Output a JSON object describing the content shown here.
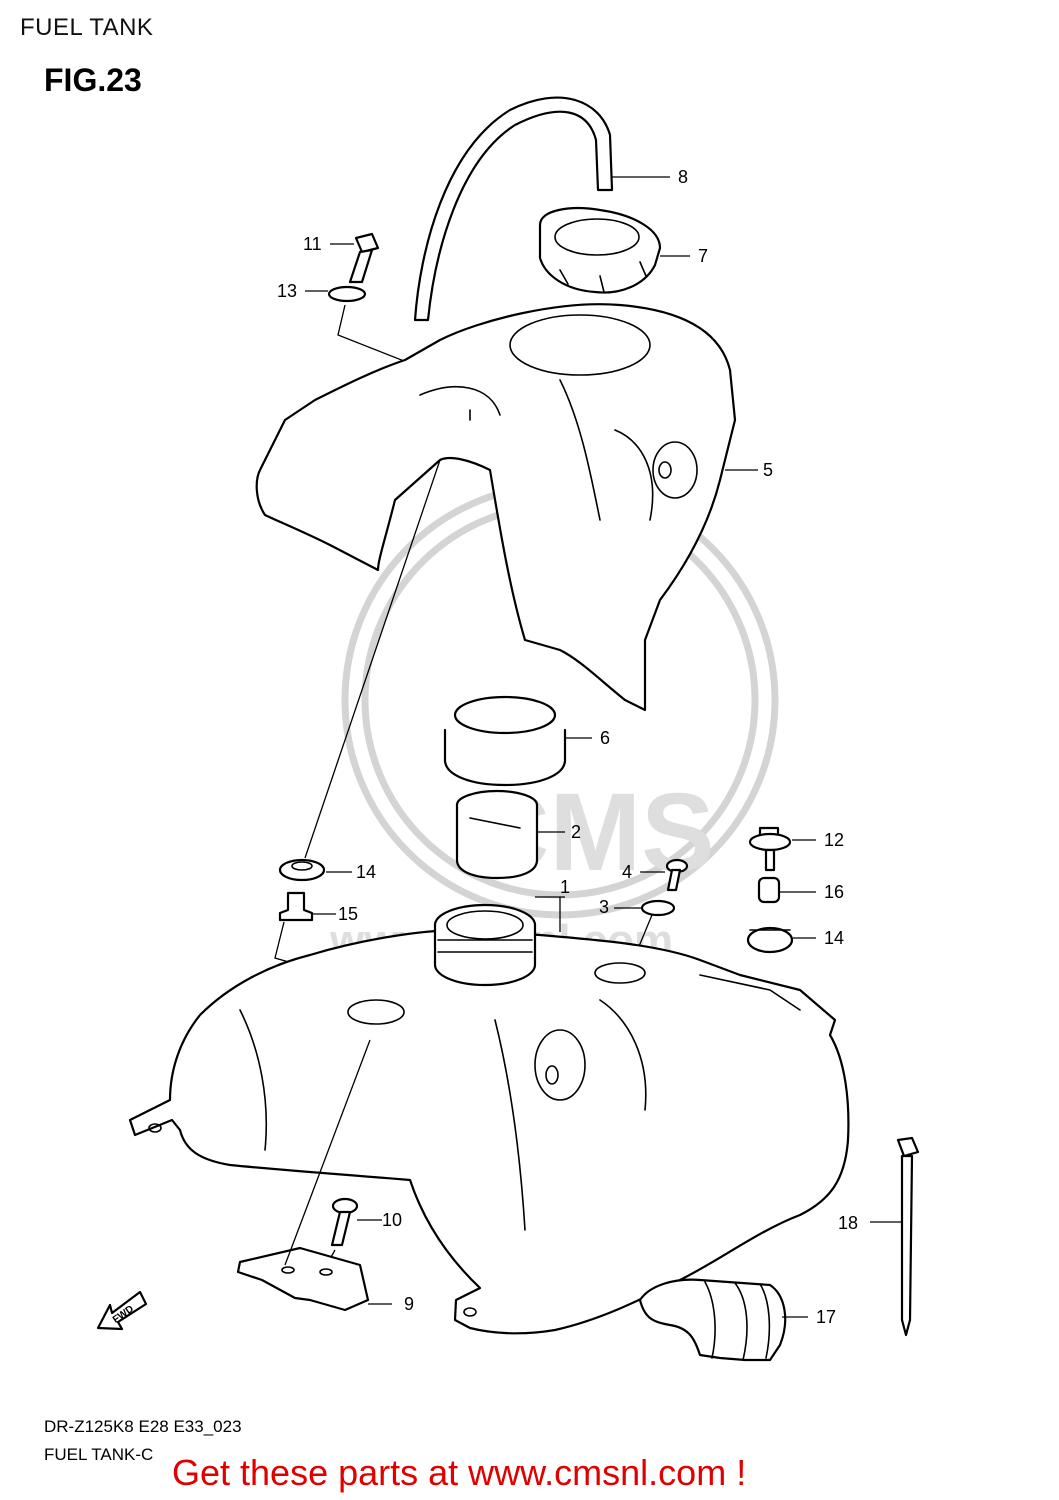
{
  "page_title": "FUEL TANK",
  "figure_label": "FIG.23",
  "callouts": [
    {
      "num": "1"
    },
    {
      "num": "2"
    },
    {
      "num": "3"
    },
    {
      "num": "4"
    },
    {
      "num": "5"
    },
    {
      "num": "6"
    },
    {
      "num": "7"
    },
    {
      "num": "8"
    },
    {
      "num": "9"
    },
    {
      "num": "10"
    },
    {
      "num": "11"
    },
    {
      "num": "12"
    },
    {
      "num": "13"
    },
    {
      "num": "14"
    },
    {
      "num": "14"
    },
    {
      "num": "15"
    },
    {
      "num": "16"
    },
    {
      "num": "17"
    },
    {
      "num": "18"
    }
  ],
  "fwd_label": "FWD",
  "watermark": {
    "text_main": "CMS",
    "text_url": "www.cmsnl.com",
    "color": "#d4d4d4"
  },
  "model_code": "DR-Z125K8  E28  E33_023",
  "sub_title": "FUEL TANK-C",
  "cta": "Get these parts at www.cmsnl.com !",
  "colors": {
    "line": "#000000",
    "cta": "#e00000"
  }
}
